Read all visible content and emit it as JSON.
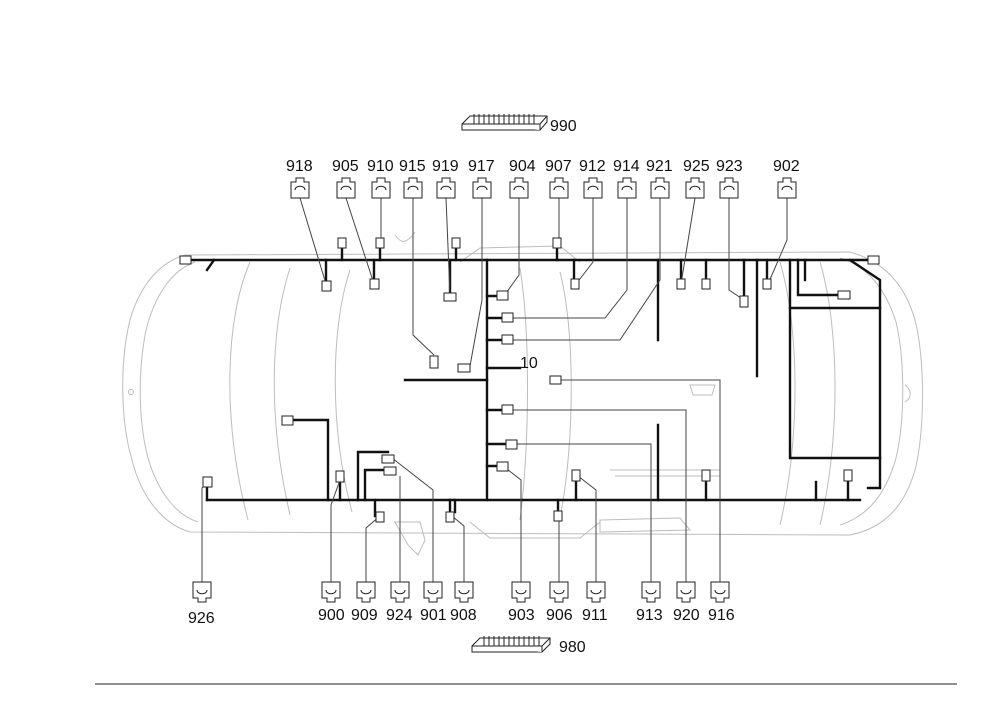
{
  "diagram": {
    "harness_ref": "10",
    "top_block_ref": "990",
    "bottom_block_ref": "980",
    "top_connectors": [
      "918",
      "905",
      "910",
      "915",
      "919",
      "917",
      "904",
      "907",
      "912",
      "914",
      "921",
      "925",
      "923",
      "902"
    ],
    "bottom_connectors": [
      "926",
      "900",
      "909",
      "924",
      "901",
      "908",
      "903",
      "906",
      "911",
      "913",
      "920",
      "916"
    ]
  }
}
